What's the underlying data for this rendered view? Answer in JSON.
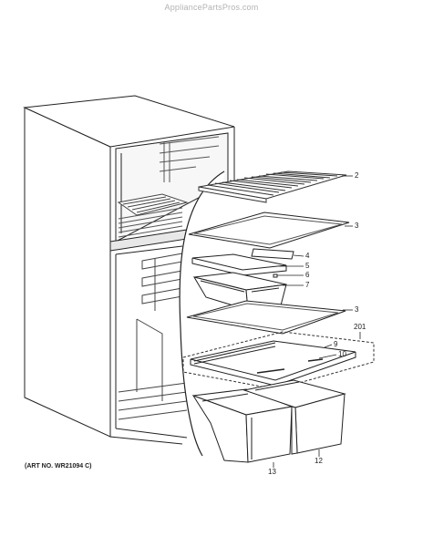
{
  "watermark": "AppliancePartsPros.com",
  "art_number": "(ART NO. WR21094 C)",
  "callouts": {
    "c2": "2",
    "c3a": "3",
    "c4": "4",
    "c5": "5",
    "c6": "6",
    "c7": "7",
    "c3b": "3",
    "c201": "201",
    "c9": "9",
    "c10": "10",
    "c13": "13",
    "c12": "12"
  }
}
